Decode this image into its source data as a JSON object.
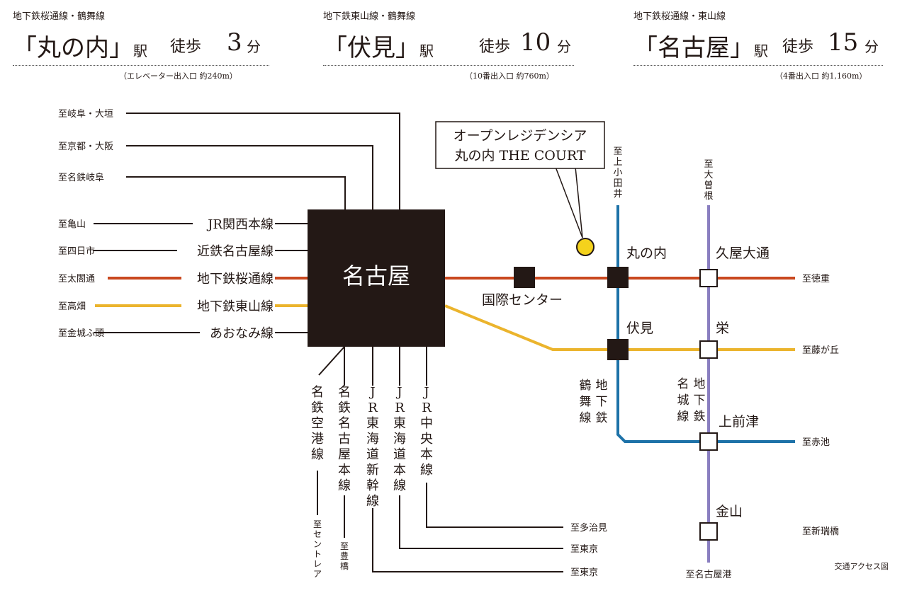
{
  "header": [
    {
      "lines": "地下鉄桜通線・鶴舞線",
      "station": "丸の内",
      "eki": "駅",
      "walk": "徒歩",
      "minutes": "3",
      "unit": "分",
      "note": "（エレベーター出入口 約240m）"
    },
    {
      "lines": "地下鉄東山線・鶴舞線",
      "station": "伏見",
      "eki": "駅",
      "walk": "徒歩",
      "minutes": "10",
      "unit": "分",
      "note": "（10番出入口 約760m）"
    },
    {
      "lines": "地下鉄桜通線・東山線",
      "station": "名古屋",
      "eki": "駅",
      "walk": "徒歩",
      "minutes": "15",
      "unit": "分",
      "note": "（4番出入口 約1,160m）"
    }
  ],
  "map": {
    "hub": "名古屋",
    "property": [
      "オープンレジデンシア",
      "丸の内 THE COURT"
    ],
    "left_dest": [
      "至岐阜・大垣",
      "至京都・大阪",
      "至名鉄岐阜",
      "至亀山",
      "至四日市",
      "至太閤通",
      "至高畑",
      "至金城ふ頭"
    ],
    "left_lines": [
      "JR関西本線",
      "近鉄名古屋線",
      "地下鉄桜通線",
      "地下鉄東山線",
      "あおなみ線"
    ],
    "bottom_lines": [
      "名鉄空港線",
      "名鉄名古屋本線",
      "JR東海道新幹線",
      "JR東海道本線",
      "JR中央本線"
    ],
    "bottom_dest": [
      "至セントレア",
      "至豊橋"
    ],
    "right_dest": [
      "至多治見",
      "至東京",
      "至東京"
    ],
    "stations": [
      "国際センター",
      "丸の内",
      "久屋大通",
      "伏見",
      "栄",
      "上前津",
      "金山"
    ],
    "line_labels": [
      "鶴舞線",
      "地下鉄",
      "名城線",
      "地下鉄"
    ],
    "ends": [
      "至上小田井",
      "至大曽根",
      "至徳重",
      "至藤が丘",
      "至赤池",
      "至新瑞橋",
      "至名古屋港"
    ],
    "caption": "交通アクセス図"
  },
  "colors": {
    "sakura": "#c9481f",
    "higashiyama": "#ebb42d",
    "tsurumai": "#1d72a8",
    "meijo": "#8a7fc0",
    "hub": "#231815",
    "property": "#f4d21c"
  }
}
